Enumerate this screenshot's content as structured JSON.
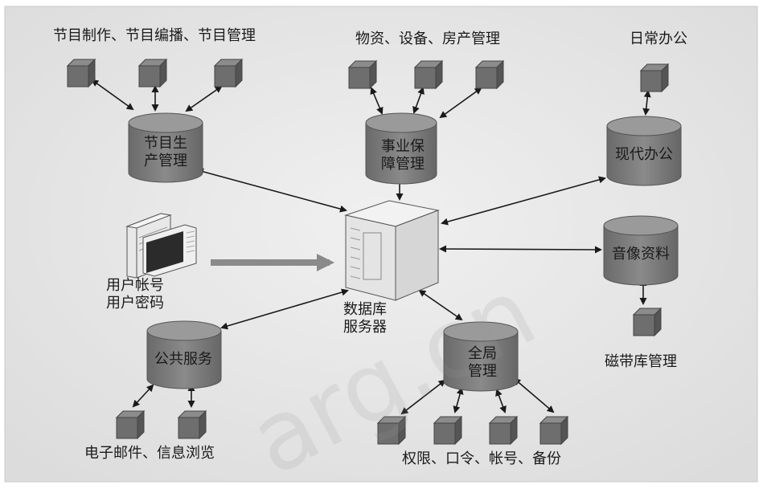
{
  "groups": {
    "program_tasks": "节目制作、节目编播、节目管理",
    "assets_tasks": "物资、设备、房产管理",
    "office_tasks": "日常办公",
    "mail_tasks": "电子邮件、信息浏览",
    "admin_tasks": "权限、口令、帐号、备份",
    "tape_label": "磁带库管理"
  },
  "databases": {
    "program": [
      "节目生",
      "产管理"
    ],
    "support": [
      "事业保",
      "障管理"
    ],
    "office": [
      "现代办公"
    ],
    "media": [
      "音像资料"
    ],
    "public": [
      "公共服务"
    ],
    "admin": [
      "全局",
      "管理"
    ]
  },
  "user": {
    "line1": "用户帐号",
    "line2": "用户密码"
  },
  "server": {
    "line1": "数据库",
    "line2": "服务器"
  },
  "watermark": "arg.cn",
  "colors": {
    "panel_bg": "#e6e6e6",
    "cylinder": "#7a7a7a",
    "cube": "#6a6a6a",
    "arrow": "#1a1a1a",
    "big_arrow": "#8a8a8a"
  }
}
